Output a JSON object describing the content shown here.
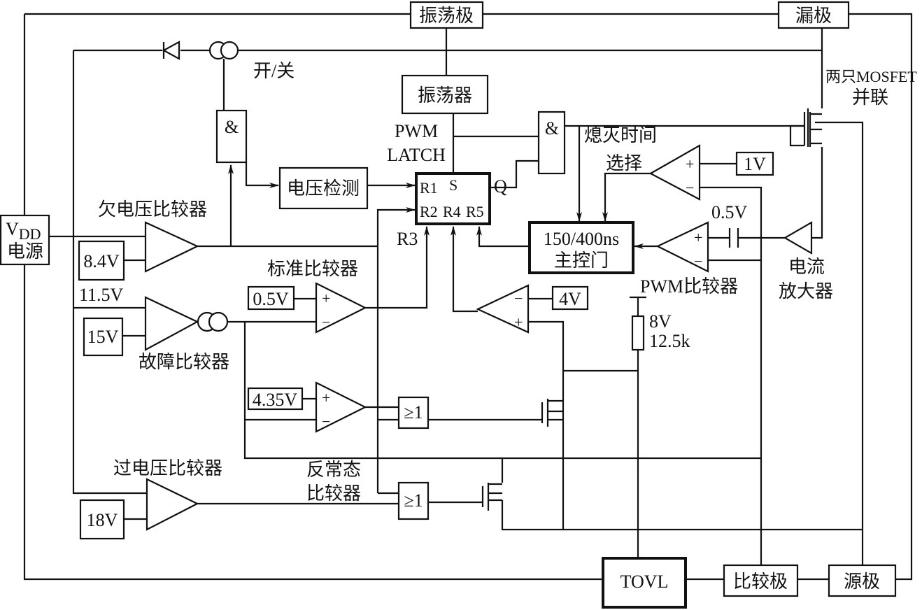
{
  "terminals": {
    "oscillator_pin": "振荡极",
    "drain_pin": "漏极",
    "vdd_main": "V",
    "vdd_sub": "DD",
    "vdd_label": "电源",
    "tovl": "TOVL",
    "compare_pin": "比较极",
    "source_pin": "源极"
  },
  "blocks": {
    "on_off": "开/关",
    "and_gate": "&",
    "oscillator": "振荡器",
    "pwm_latch_1": "PWM",
    "pwm_latch_2": "LATCH",
    "latch_r1": "R1",
    "latch_s": "S",
    "latch_r2": "R2",
    "latch_r4": "R4",
    "latch_r5": "R5",
    "latch_q": "Q",
    "latch_r3": "R3",
    "voltage_detect": "电压检测",
    "blanking_1": "熄灭时间",
    "blanking_2": "选择",
    "main_gate_1": "150/400ns",
    "main_gate_2": "主控门",
    "mosfet_1": "两只MOSFET",
    "mosfet_2": "并联",
    "current_amp_1": "电流",
    "current_amp_2": "放大器",
    "pwm_comparator": "PWM比较器",
    "uv_comparator": "欠电压比较器",
    "std_comparator": "标准比较器",
    "fault_comparator": "故障比较器",
    "ov_comparator": "过电压比较器",
    "abnormal_1": "反常态",
    "abnormal_2": "比较器",
    "or_gate": "≥1",
    "plus": "+",
    "minus": "−"
  },
  "voltages": {
    "v1": "1V",
    "v05_top": "0.5V",
    "v84": "8.4V",
    "v115": "11.5V",
    "v15": "15V",
    "v05": "0.5V",
    "v4": "4V",
    "v8": "8V",
    "r125k": "12.5k",
    "v435": "4.35V",
    "v18": "18V"
  }
}
